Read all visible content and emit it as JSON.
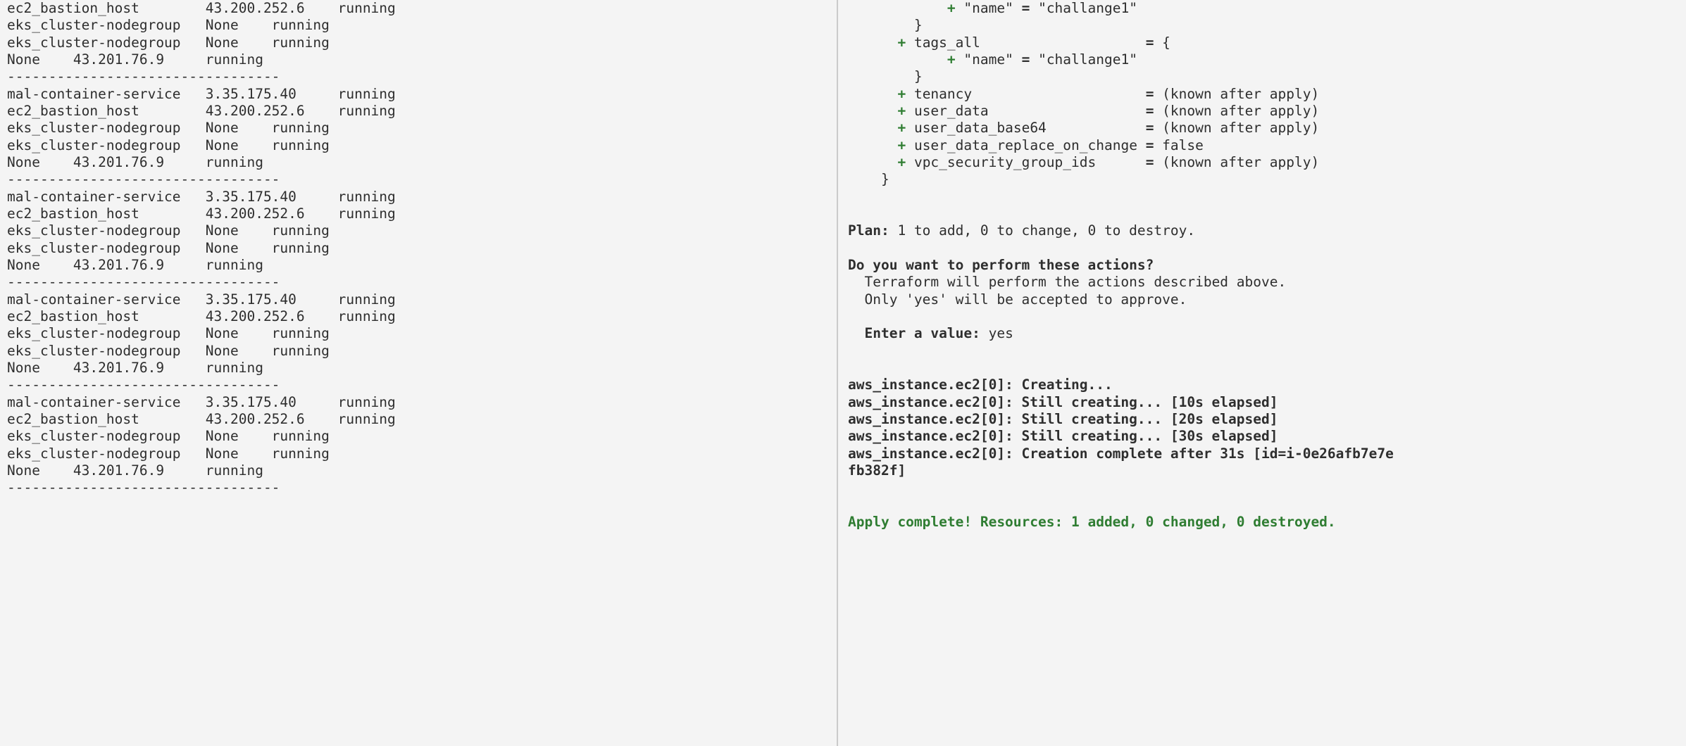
{
  "terminal": {
    "background_color": "#f4f4f4",
    "text_color": "#2e2e2e",
    "accent_green": "#2f7d32",
    "divider_color": "#cbcbcb"
  },
  "left_pane": {
    "name": "aws-resource-status-output",
    "separator": "---------------------------------",
    "column_gap_note": "fixed-width monospace columns",
    "lines": [
      "ec2_bastion_host        43.200.252.6    running",
      "eks_cluster-nodegroup   None    running",
      "eks_cluster-nodegroup   None    running",
      "None    43.201.76.9     running",
      "---------------------------------",
      "mal-container-service   3.35.175.40     running",
      "ec2_bastion_host        43.200.252.6    running",
      "eks_cluster-nodegroup   None    running",
      "eks_cluster-nodegroup   None    running",
      "None    43.201.76.9     running",
      "---------------------------------",
      "mal-container-service   3.35.175.40     running",
      "ec2_bastion_host        43.200.252.6    running",
      "eks_cluster-nodegroup   None    running",
      "eks_cluster-nodegroup   None    running",
      "None    43.201.76.9     running",
      "---------------------------------",
      "mal-container-service   3.35.175.40     running",
      "ec2_bastion_host        43.200.252.6    running",
      "eks_cluster-nodegroup   None    running",
      "eks_cluster-nodegroup   None    running",
      "None    43.201.76.9     running",
      "---------------------------------",
      "mal-container-service   3.35.175.40     running",
      "ec2_bastion_host        43.200.252.6    running",
      "eks_cluster-nodegroup   None    running",
      "eks_cluster-nodegroup   None    running",
      "None    43.201.76.9     running",
      "---------------------------------"
    ]
  },
  "right_pane": {
    "name": "terraform-apply-output",
    "plan_summary": "Plan: 1 to add, 0 to change, 0 to destroy.",
    "plan_label": "Plan:",
    "plan_rest": " 1 to add, 0 to change, 0 to destroy.",
    "confirm_question": "Do you want to perform these actions?",
    "confirm_detail_1": "Terraform will perform the actions described above.",
    "confirm_detail_2": "Only 'yes' will be accepted to approve.",
    "enter_value_label": "Enter a value:",
    "enter_value_input": "yes",
    "tag_block": {
      "name_key": "\"name\"",
      "name_value": "\"challange1\"",
      "tags_all_key": "tags_all",
      "open_brace": "{",
      "close_brace": "}"
    },
    "attributes": [
      {
        "key": "tenancy",
        "value": "(known after apply)"
      },
      {
        "key": "user_data",
        "value": "(known after apply)"
      },
      {
        "key": "user_data_base64",
        "value": "(known after apply)"
      },
      {
        "key": "user_data_replace_on_change",
        "value": "false"
      },
      {
        "key": "vpc_security_group_ids",
        "value": "(known after apply)"
      }
    ],
    "progress_lines": [
      "aws_instance.ec2[0]: Creating...",
      "aws_instance.ec2[0]: Still creating... [10s elapsed]",
      "aws_instance.ec2[0]: Still creating... [20s elapsed]",
      "aws_instance.ec2[0]: Still creating... [30s elapsed]"
    ],
    "creation_complete_line_1": "aws_instance.ec2[0]: Creation complete after 31s [id=i-0e26afb7e7e",
    "creation_complete_line_2": "fb382f]",
    "apply_complete": "Apply complete! Resources: 1 added, 0 changed, 0 destroyed."
  }
}
